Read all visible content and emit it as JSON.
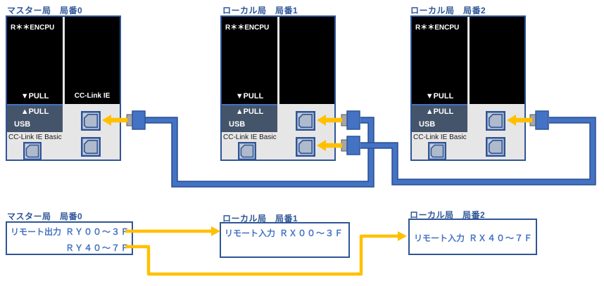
{
  "stations": [
    {
      "title": "マスター局　局番0",
      "cpu_model": "R＊＊ENCPU",
      "pull_front": "▼PULL",
      "pull_top": "▲PULL",
      "usb_label": "USB",
      "port_section_label": "CC-Link IE Basic",
      "network_port_label": "CC-Link IE"
    },
    {
      "title": "ローカル局　局番1",
      "cpu_model": "R＊＊ENCPU",
      "pull_front": "▼PULL",
      "pull_top": "▲PULL",
      "usb_label": "USB",
      "port_section_label": "CC-Link IE Basic"
    },
    {
      "title": "ローカル局　局番2",
      "cpu_model": "R＊＊ENCPU",
      "pull_front": "▼PULL",
      "pull_top": "▲PULL",
      "usb_label": "USB",
      "port_section_label": "CC-Link IE Basic"
    }
  ],
  "link_map": {
    "master": {
      "title": "マスター局　局番0",
      "io_label": "リモート出力",
      "range_1": "ＲＹ００～３Ｆ",
      "range_2": "ＲＹ４０～７Ｆ"
    },
    "local1": {
      "title": "ローカル局　局番1",
      "io_label": "リモート入力",
      "range": "ＲＸ００～３Ｆ"
    },
    "local2": {
      "title": "ローカル局　局番2",
      "io_label": "リモート入力",
      "range": "ＲＸ４０～７Ｆ"
    }
  },
  "colors": {
    "accent_blue": "#4472C4",
    "dark_blue": "#2F5597",
    "slate_gray": "#44546A",
    "module_gray": "#E7E6E6",
    "arrow_yellow": "#FFC000",
    "panel_black": "#000000",
    "plug_tip_gray": "#A6A6A6"
  }
}
